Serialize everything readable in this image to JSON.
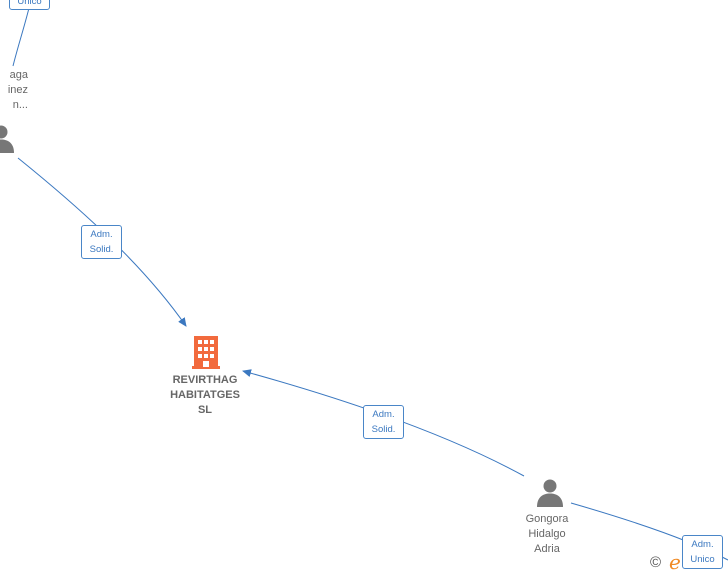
{
  "company": {
    "name_lines": [
      "REVIRTHAG",
      "HABITATGES",
      "SL"
    ],
    "icon": "building-icon",
    "color": "#f26a3d"
  },
  "people": [
    {
      "id": "person-top-left",
      "name_lines": [
        "aga",
        "inez",
        "n..."
      ],
      "icon": "person-icon"
    },
    {
      "id": "person-gongora",
      "name_lines": [
        "Gongora",
        "Hidalgo",
        "Adria"
      ],
      "icon": "person-icon"
    }
  ],
  "edges": [
    {
      "id": "edge-top-offscreen",
      "label_lines": [
        "Unico"
      ]
    },
    {
      "id": "edge-topleft-company",
      "label_lines": [
        "Adm.",
        "Solid."
      ]
    },
    {
      "id": "edge-gongora-company",
      "label_lines": [
        "Adm.",
        "Solid."
      ]
    },
    {
      "id": "edge-gongora-offscreen",
      "label_lines": [
        "Adm.",
        "Unico"
      ]
    }
  ],
  "colors": {
    "edge": "#3b78c0",
    "person": "#777777"
  },
  "footer": {
    "copyright": "©",
    "brand_letter": "e"
  }
}
